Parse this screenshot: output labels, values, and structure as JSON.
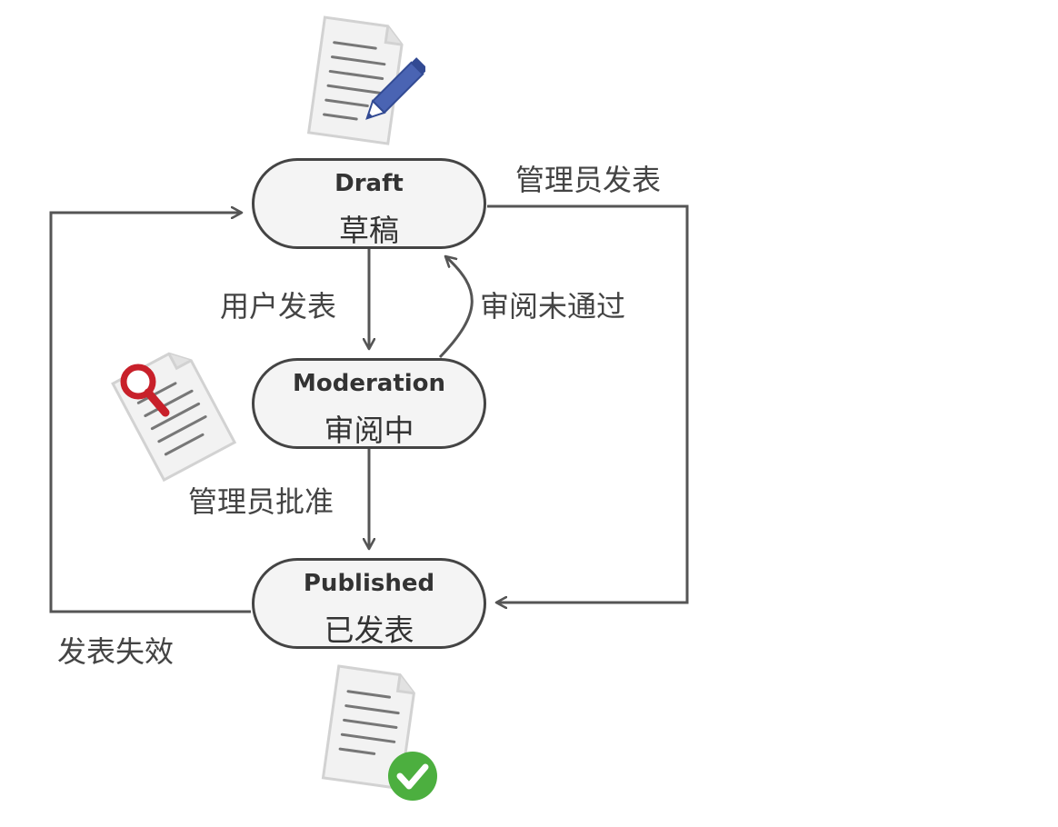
{
  "states": {
    "draft": {
      "en": "Draft",
      "zh": "草稿"
    },
    "moderation": {
      "en": "Moderation",
      "zh": "审阅中"
    },
    "published": {
      "en": "Published",
      "zh": "已发表"
    }
  },
  "transitions": {
    "user_publish": "用户发表",
    "review_rejected": "审阅未通过",
    "admin_approve": "管理员批准",
    "admin_publish": "管理员发表",
    "expired": "发表失效"
  },
  "colors": {
    "line": "#555555",
    "node_fill": "#f4f4f4",
    "pencil": "#4a64b3",
    "magnifier": "#c8202a",
    "check": "#4caf3f"
  },
  "icons": [
    "document-pencil-icon",
    "document-magnifier-icon",
    "document-check-icon"
  ]
}
